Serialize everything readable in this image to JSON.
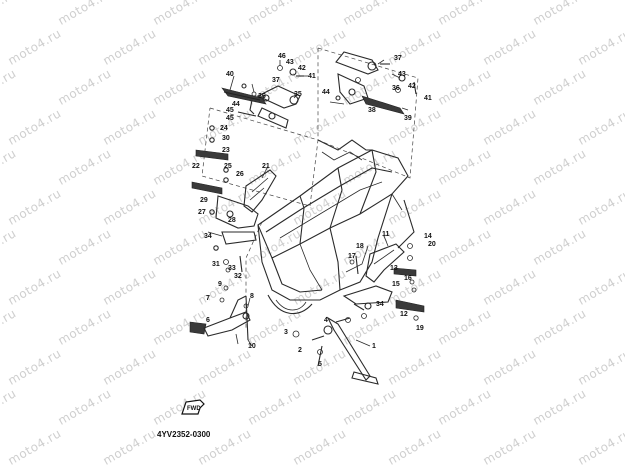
{
  "watermark_text": "moto4.ru",
  "diagram_code": "4YV2352-0300",
  "fwd_label": "FWD",
  "part_numbers": [
    "1",
    "2",
    "3",
    "4",
    "5",
    "6",
    "7",
    "8",
    "9",
    "10",
    "11",
    "12",
    "13",
    "14",
    "15",
    "16",
    "17",
    "18",
    "19",
    "20",
    "21",
    "22",
    "23",
    "24",
    "25",
    "26",
    "27",
    "28",
    "29",
    "30",
    "31",
    "32",
    "33",
    "34",
    "35",
    "36",
    "37",
    "38",
    "39",
    "40",
    "41",
    "42",
    "43",
    "44",
    "45",
    "46"
  ]
}
